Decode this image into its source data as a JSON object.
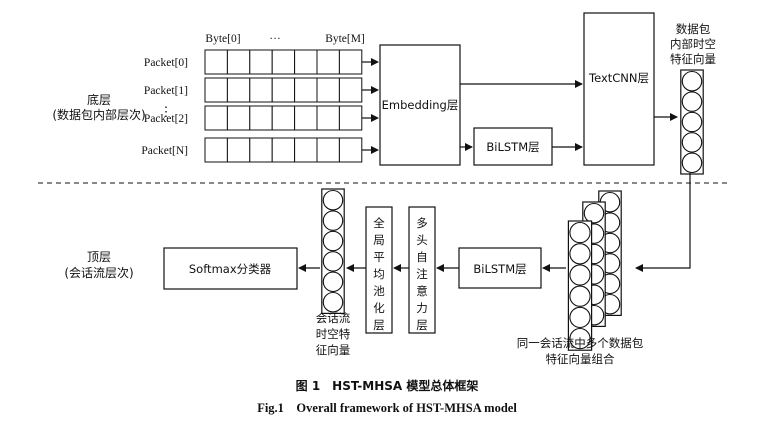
{
  "bottom_layer": {
    "title": "底层",
    "subtitle": "(数据包内部层次)"
  },
  "top_layer": {
    "title": "顶层",
    "subtitle": "(会话流层次)"
  },
  "packets": {
    "labels": [
      "Packet[0]",
      "Packet[1]",
      "Packet[2]",
      "Packet[N]"
    ],
    "vertical_ellipsis": "⋮",
    "byte_first": "Byte[0]",
    "byte_dots": "···",
    "byte_last": "Byte[M]"
  },
  "blocks": {
    "embedding": "Embedding层",
    "textcnn": "TextCNN层",
    "bilstm_bottom": "BiLSTM层",
    "bilstm_top": "BiLSTM层",
    "multihead": "多头自注意力层",
    "global_pool": "全局平均池化层",
    "softmax": "Softmax分类器"
  },
  "vector_labels": {
    "packet_vec": [
      "数据包",
      "内部时空",
      "特征向量"
    ],
    "combo_vec": [
      "同一会话流中多个数据包",
      "特征向量组合"
    ],
    "session_vec": [
      "会话流",
      "时空特",
      "征向量"
    ]
  },
  "caption": {
    "cn": "图 1　HST-MHSA 模型总体框架",
    "en": "Fig.1　Overall framework of HST-MHSA model"
  }
}
